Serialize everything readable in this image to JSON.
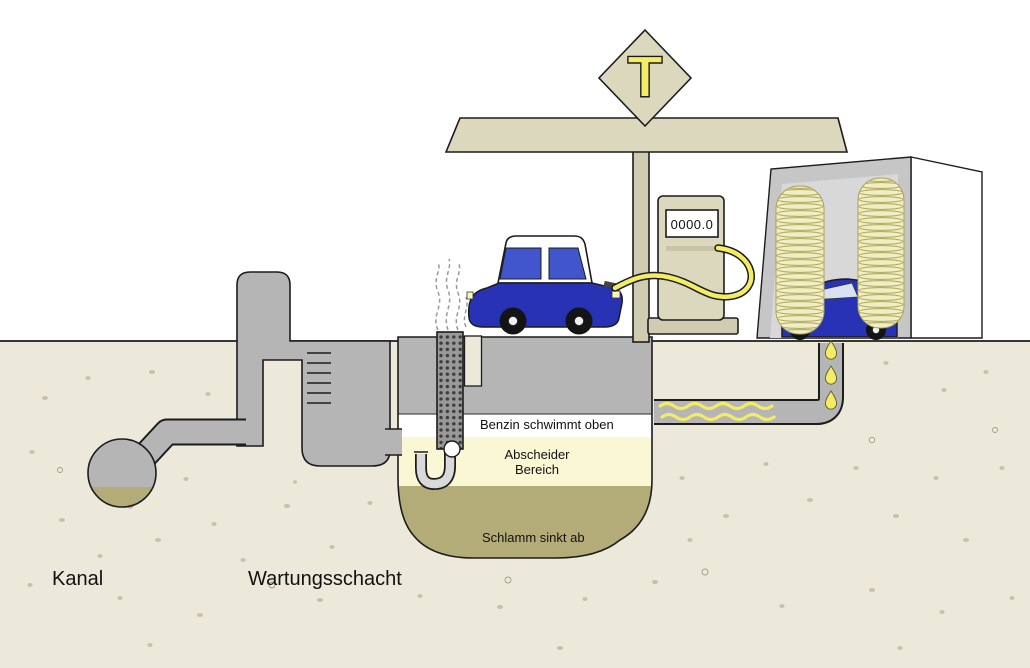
{
  "scene": {
    "underground_labels": {
      "kanal": "Kanal",
      "wartungsschacht": "Wartungsschacht"
    },
    "tank": {
      "benzin": "Benzin schwimmt oben",
      "abscheider_1": "Abscheider",
      "abscheider_2": "Bereich",
      "schlamm": "Schlamm sinkt ab"
    },
    "station": {
      "pump_display": "0000.0",
      "sign_letter": "T"
    }
  },
  "colors": {
    "soil": "#ece9db",
    "speckle": "#c7c0aa",
    "pipe-gray": "#b5b5b5",
    "vent-gray": "#999999",
    "structure-beige": "#dbd8bd",
    "base-beige": "#cfccb2",
    "accent-yellow": "#f4ec63",
    "pale-yellow": "#f9f7d4",
    "sludge-olive": "#b4ac78",
    "car-blue": "#2732b4",
    "window-blue": "#4156cc",
    "carwash-frame": "#c6c6c6",
    "carwash-inner": "#d8d8d8",
    "brush-yellow": "#f1eec5",
    "outline": "#1c1c1c"
  }
}
